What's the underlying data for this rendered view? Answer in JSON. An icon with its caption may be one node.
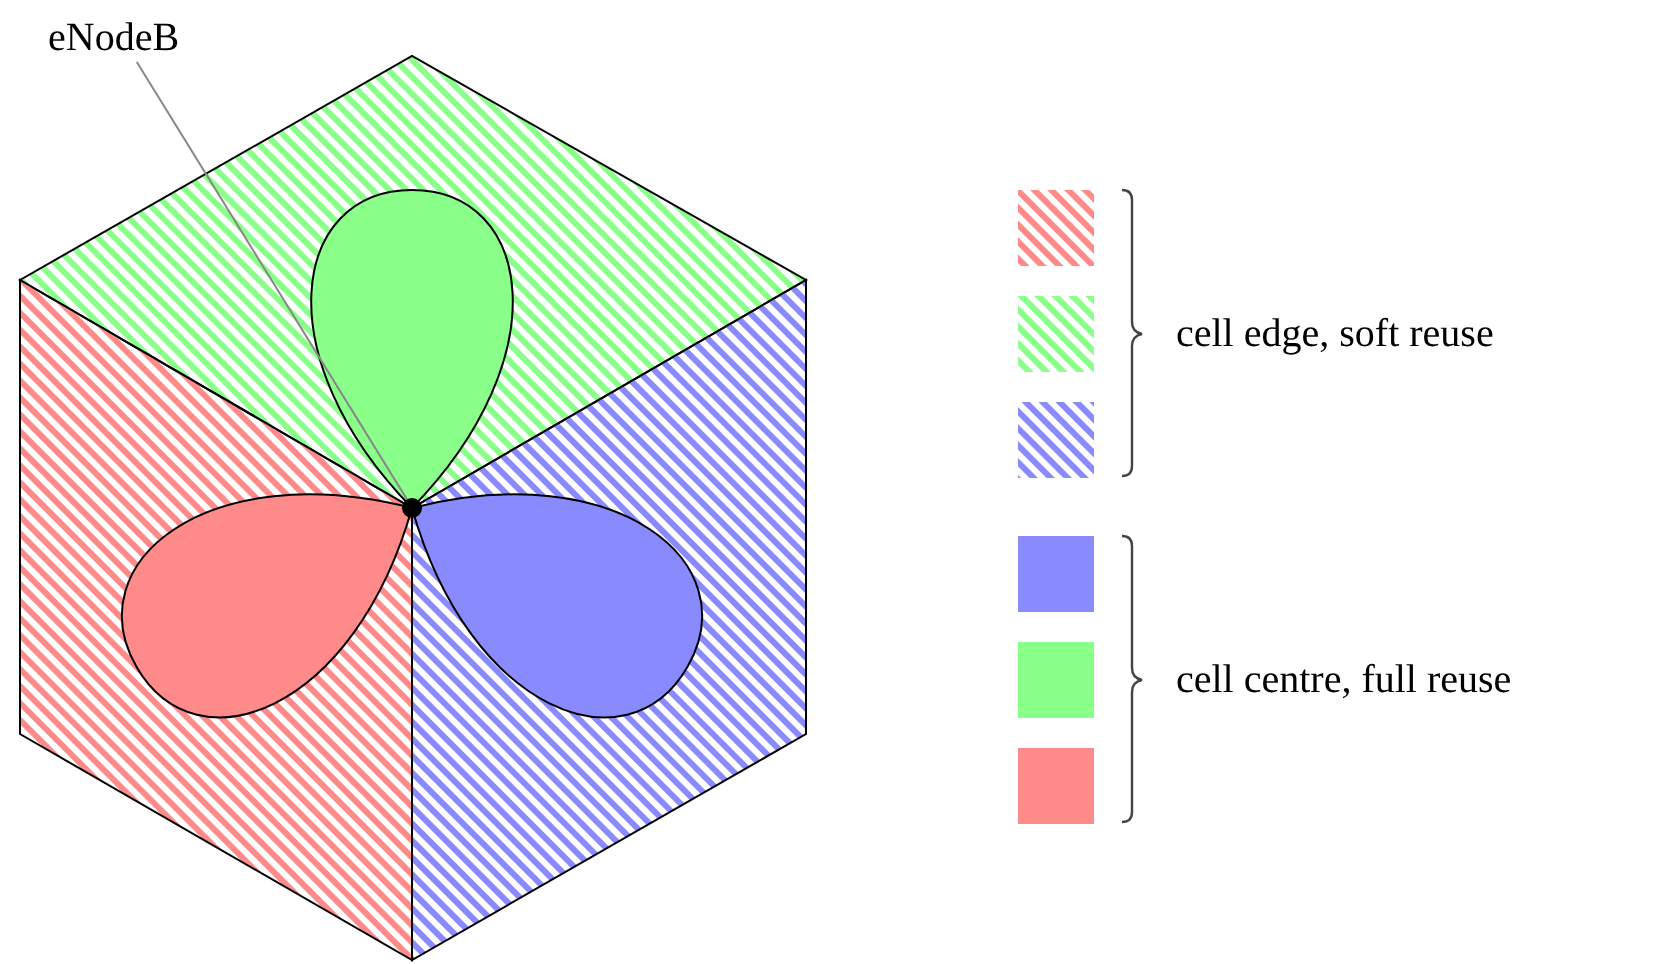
{
  "diagram": {
    "nodes": [
      {
        "text": [
          "eNodeB"
        ]
      },
      {
        "text": [],
        "shape": "circle"
      }
    ],
    "edges": [
      {
        "from": 0,
        "to": 1,
        "arrow": "none"
      }
    ],
    "legend": [
      {
        "text": "cell edge, soft reuse"
      },
      {
        "text": "cell centre, full reuse"
      }
    ]
  }
}
